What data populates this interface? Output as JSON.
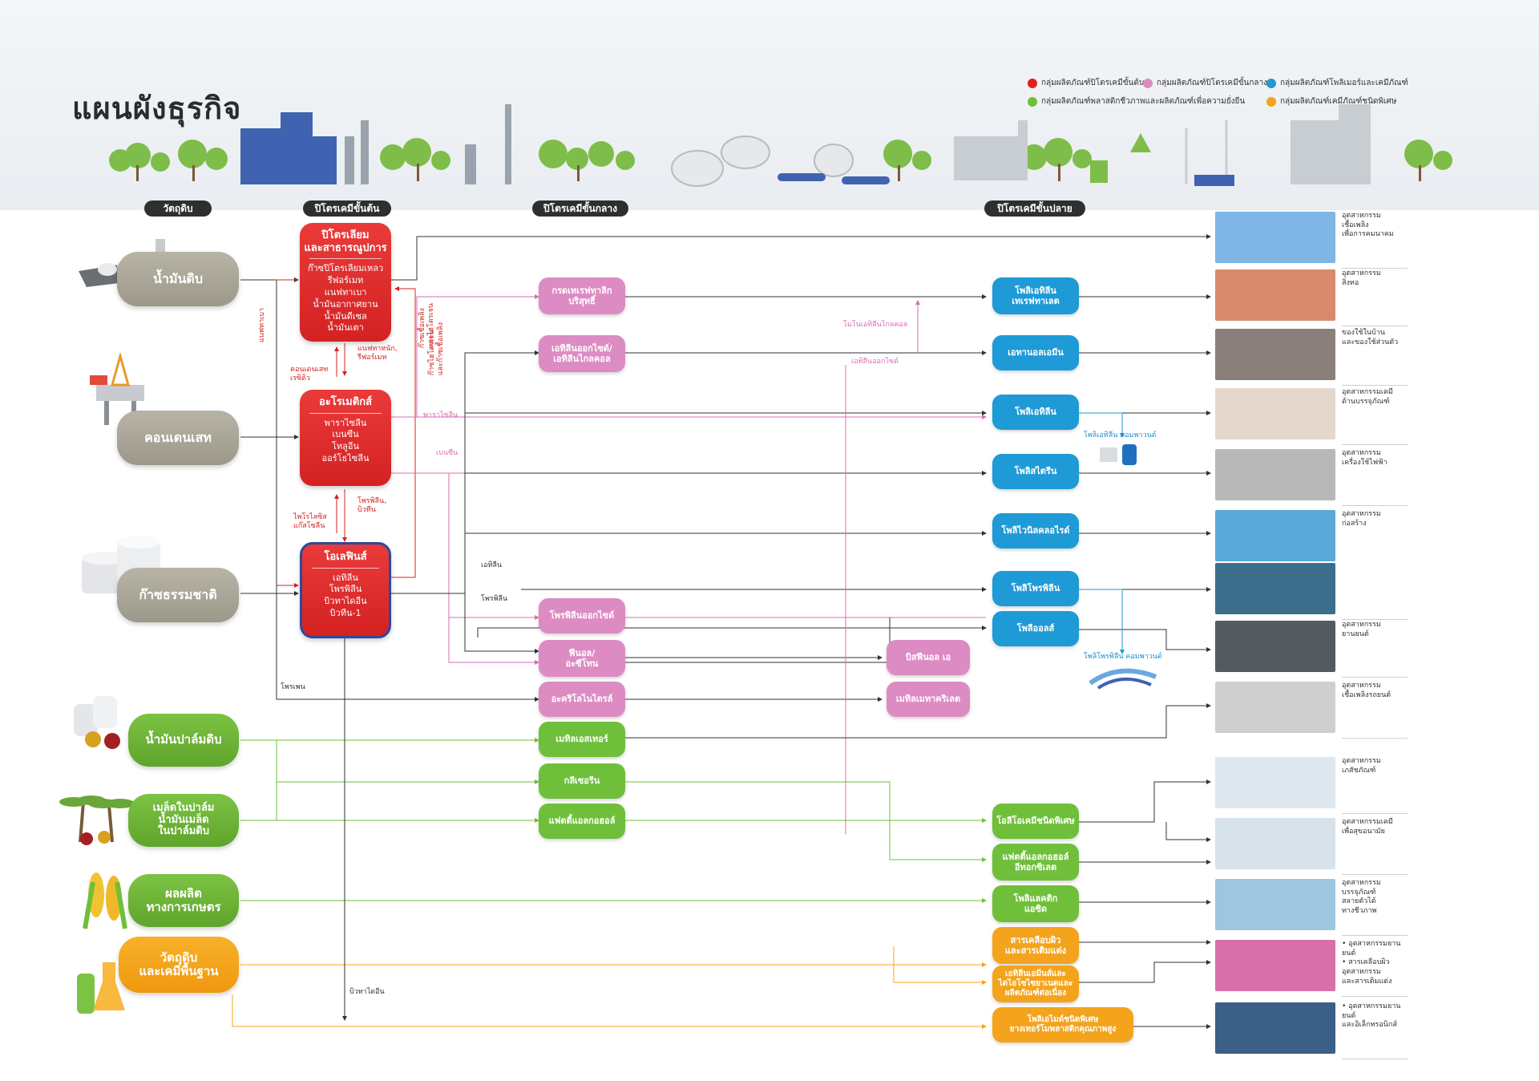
{
  "title": "แผนผังธุรกิจ",
  "legend": [
    {
      "label": "กลุ่มผลิตภัณฑ์ปิโตรเคมีขั้นต้น",
      "color": "#e02020"
    },
    {
      "label": "กลุ่มผลิตภัณฑ์ปิโตรเคมีขั้นกลาง",
      "color": "#dc8cc3"
    },
    {
      "label": "กลุ่มผลิตภัณฑ์โพลิเมอร์และเคมีภัณฑ์",
      "color": "#1e9ad6"
    },
    {
      "label": "กลุ่มผลิตภัณฑ์พลาสติกชีวภาพและผลิตภัณฑ์เพื่อความยั่งยืน",
      "color": "#6fbf3a"
    },
    {
      "label": "กลุ่มผลิตภัณฑ์เคมีภัณฑ์ชนิดพิเศษ",
      "color": "#f4a41c"
    }
  ],
  "stages": [
    "วัตถุดิบ",
    "ปิโตรเคมีขั้นต้น",
    "ปิโตรเคมีขั้นกลาง",
    "ปิโตรเคมีขั้นปลาย"
  ],
  "raw_materials": {
    "crude": "น้ำมันดิบ",
    "condensate": "คอนเดนเสท",
    "gas": "ก๊าซธรรมชาติ",
    "palm_oil": "น้ำมันปาล์มดิบ",
    "palm_kernel": "เมล็ดในปาล์ม\nน้ำมันเมล็ด\nในปาล์มดิบ",
    "agri": "ผลผลิต\nทางการเกษตร",
    "basic_chem": "วัตถุดิบ\nและเคมีพื้นฐาน"
  },
  "upstream": {
    "refinery": {
      "title": "ปิโตรเลียม\nและสาธารณูปการ",
      "items": "ก๊าซปิโตรเลียมเหลว\nรีฟอร์เมท\nแนฟทาเบา\nน้ำมันอากาศยาน\nน้ำมันดีเซล\nน้ำมันเตา"
    },
    "aromatics": {
      "title": "อะโรเมติกส์",
      "items": "พาราไซลีน\nเบนซีน\nโทลูอีน\nออร์โธไซลีน"
    },
    "olefins": {
      "title": "โอเลฟินส์",
      "items": "เอทิลีน\nโพรพิลีน\nบิวทาไดอีน\nบิวทีน-1"
    }
  },
  "intermediate": {
    "pta": "กรดเทเรฟทาลิก\nบริสุทธิ์",
    "eo": "เอทิลีนออกไซด์/\nเอทิลีนไกลคอล",
    "po": "โพรพิลีนออกไซด์",
    "phenol": "ฟีนอล/\nอะซีโทน",
    "acn": "อะคริโลไนไตรล์",
    "methyl_ester": "เมทิลเอสเทอร์",
    "glycerin": "กลีเซอรีน",
    "fatty_alcohol": "แฟตตี้แอลกอฮอล์",
    "bpa": "บิสฟีนอล เอ",
    "mma": "เมทิลเมทาคริเลต"
  },
  "downstream": {
    "pet": "โพลิเอทิลีน\nเทเรฟทาเลต",
    "ethanolamine": "เอทานอลเอมีน",
    "pe": "โพลิเอทิลีน",
    "ps": "โพลิสไตรีน",
    "pvc": "โพลิไวนิลคลอไรด์",
    "pp": "โพลิโพรพิลีน",
    "polyol": "โพลีออลส์",
    "oleo": "โอลีโอเคมีชนิดพิเศษ",
    "fatty_eth": "แฟตตี้แอลกอฮอล์\nอีทอกซิเลต",
    "pla": "โพลิแลคติก\nแอซิด",
    "coating": "สารเคลือบผิว\nและสารเติมแต่ง",
    "ethyleneamines": "เอทิลีนเอมีนส์และ\nไดไอโซไซยาเนตและ\nผลิตภัณฑ์ต่อเนื่อง",
    "specialty_polymer": "โพลิเอไมด์ชนิดพิเศษ\nยางเทอร์โมพลาสติกคุณภาพสูง"
  },
  "flow_labels": {
    "naphtha_left": "แนฟทาเบา",
    "condensate_residue": "คอนเดนเสท\nเรซิดิว",
    "heavy_naphtha": "แนฟทาหนัก,\nรีฟอร์เมท",
    "mixed_c4": "ก๊าซเชื้อเพลิง\nและไฮโดรเจน",
    "offgas": "ก๊าซไฮโดรเจน\nและก๊าซเชื้อเพลิง",
    "pyrolysis_gas": "ไพโรไลซิส\nแก๊สโซลีน",
    "propylene_butadiene": "โพรพิลีน,\nบิวทีน",
    "paraxylene": "พาราไซลีน",
    "benzene": "เบนซีน",
    "ethylene": "เอทิลีน",
    "propylene": "โพรพิลีน",
    "propane": "โพรเพน",
    "butadiene": "บิวทาไดอีน",
    "meg": "โมโนเอทิลีนไกลคอล",
    "eo_small": "เอทิลีนออกไซด์",
    "pe_compound": "โพลิเอทิลีน คอมพาวนด์",
    "pp_compound": "โพลิโพรพิลีน คอมพาวนด์"
  },
  "industries": [
    {
      "label": "อุตสาหกรรม\nเชื้อเพลิง\nเพื่อการคมนาคม",
      "color": "#7fb6e6"
    },
    {
      "label": "อุตสาหกรรม\nสิ่งทอ",
      "color": "#d98a6c"
    },
    {
      "label": "ของใช้ในบ้าน\nและของใช้ส่วนตัว",
      "color": "#8a7f7a"
    },
    {
      "label": "อุตสาหกรรมเคมี\nด้านบรรจุภัณฑ์",
      "color": "#e4d8cc"
    },
    {
      "label": "อุตสาหกรรม\nเครื่องใช้ไฟฟ้า",
      "color": "#b8b8b8"
    },
    {
      "label": "อุตสาหกรรม\nก่อสร้าง",
      "color": "#58a8d8"
    },
    {
      "label": "",
      "color": "#3a6e8c"
    },
    {
      "label": "อุตสาหกรรม\nยานยนต์",
      "color": "#555a60"
    },
    {
      "label": "อุตสาหกรรม\nเชื้อเพลิงรถยนต์",
      "color": "#cfcfcf"
    },
    {
      "label": "อุตสาหกรรม\nเภสัชภัณฑ์",
      "color": "#dfe8ef"
    },
    {
      "label": "อุตสาหกรรมเคมี\nเพื่อสุขอนามัย",
      "color": "#d8e2ea"
    },
    {
      "label": "อุตสาหกรรม\nบรรจุภัณฑ์\nสลายตัวได้\nทางชีวภาพ",
      "color": "#9ec6e0"
    },
    {
      "label": "• อุตสาหกรรมยานยนต์\n• สารเคลือบผิว\n  อุตสาหกรรม\n  และสารเติมแต่ง",
      "color": "#d86fa8"
    },
    {
      "label": "• อุตสาหกรรมยานยนต์\n  และอิเล็กทรอนิกส์",
      "color": "#3b5f86"
    }
  ]
}
